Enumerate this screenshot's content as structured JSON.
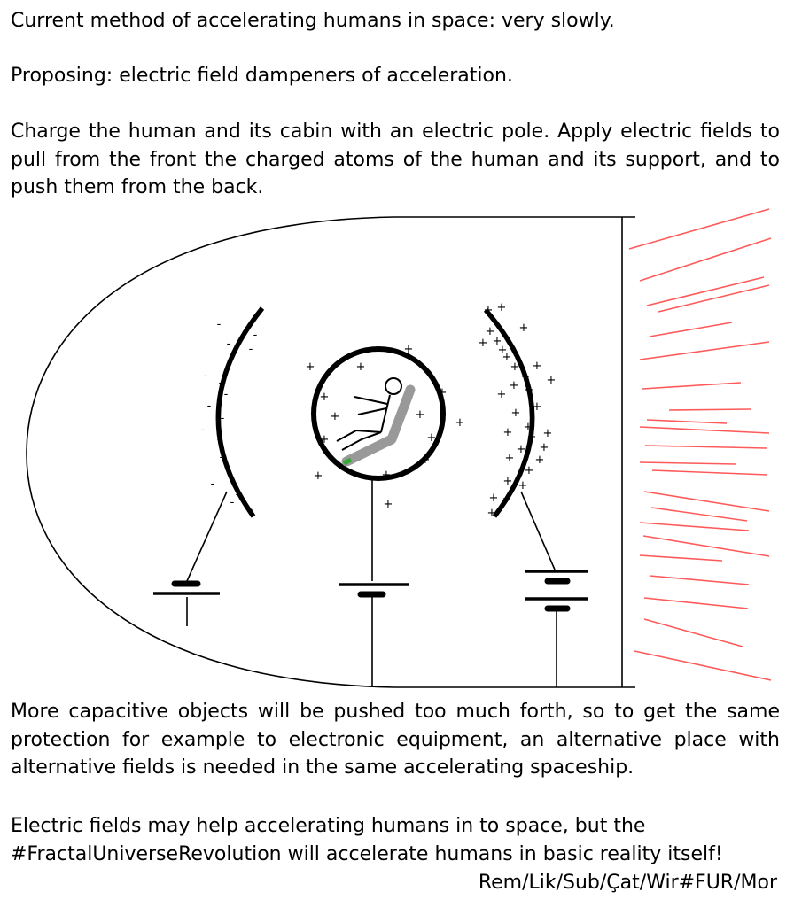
{
  "text": {
    "line1": "Current method of accelerating humans in space: very slowly.",
    "line2": "Proposing: electric field dampeners of acceleration.",
    "paragraph1": "Charge the human and its cabin with an electric pole. Apply electric fields to pull from the front the charged atoms of the human and its support, and to push them from the back.",
    "paragraph2": "More capacitive objects will be pushed too much forth, so to get the same protection for example to electronic equipment, an alternative place with alternative fields is needed in the same accelerating spaceship.",
    "paragraph3a": "Electric fields may help accelerating humans in to space, but the",
    "paragraph3b": "#FractalUniverseRevolution will accelerate humans in basic reality itself!",
    "signature": "Rem/Lik/Sub/Çat/Wir#FUR/Mor"
  },
  "diagram": {
    "colors": {
      "ink": "#000000",
      "exhaust": "#ff5a5a",
      "seat": "#999999",
      "seat_edge": "#33aa33"
    },
    "charges": {
      "left_plate": "-",
      "cabin": "+",
      "right_plate": "+"
    }
  }
}
